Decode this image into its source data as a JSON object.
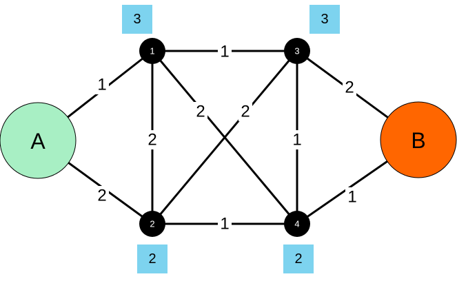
{
  "nodes": [
    {
      "id": "A",
      "label": "A",
      "color": "#a8efc4",
      "border": "#000000"
    },
    {
      "id": "B",
      "label": "B",
      "color": "#ff6600",
      "border": "#000000"
    },
    {
      "id": "1",
      "label": "1",
      "color": "#000000"
    },
    {
      "id": "2",
      "label": "2",
      "color": "#000000"
    },
    {
      "id": "3",
      "label": "3",
      "color": "#000000"
    },
    {
      "id": "4",
      "label": "4",
      "color": "#000000"
    }
  ],
  "edges": [
    {
      "from": "A",
      "to": "1",
      "weight": "1"
    },
    {
      "from": "A",
      "to": "2",
      "weight": "2"
    },
    {
      "from": "1",
      "to": "3",
      "weight": "1"
    },
    {
      "from": "1",
      "to": "2",
      "weight": "2"
    },
    {
      "from": "1",
      "to": "4",
      "weight": "2"
    },
    {
      "from": "2",
      "to": "3",
      "weight": "2"
    },
    {
      "from": "2",
      "to": "4",
      "weight": "1"
    },
    {
      "from": "3",
      "to": "4",
      "weight": "1"
    },
    {
      "from": "3",
      "to": "B",
      "weight": "2"
    },
    {
      "from": "4",
      "to": "B",
      "weight": "1"
    }
  ],
  "badges": [
    {
      "node": "1",
      "value": "3"
    },
    {
      "node": "3",
      "value": "3"
    },
    {
      "node": "2",
      "value": "2"
    },
    {
      "node": "4",
      "value": "2"
    }
  ],
  "badge_color": "#7dd3ef"
}
